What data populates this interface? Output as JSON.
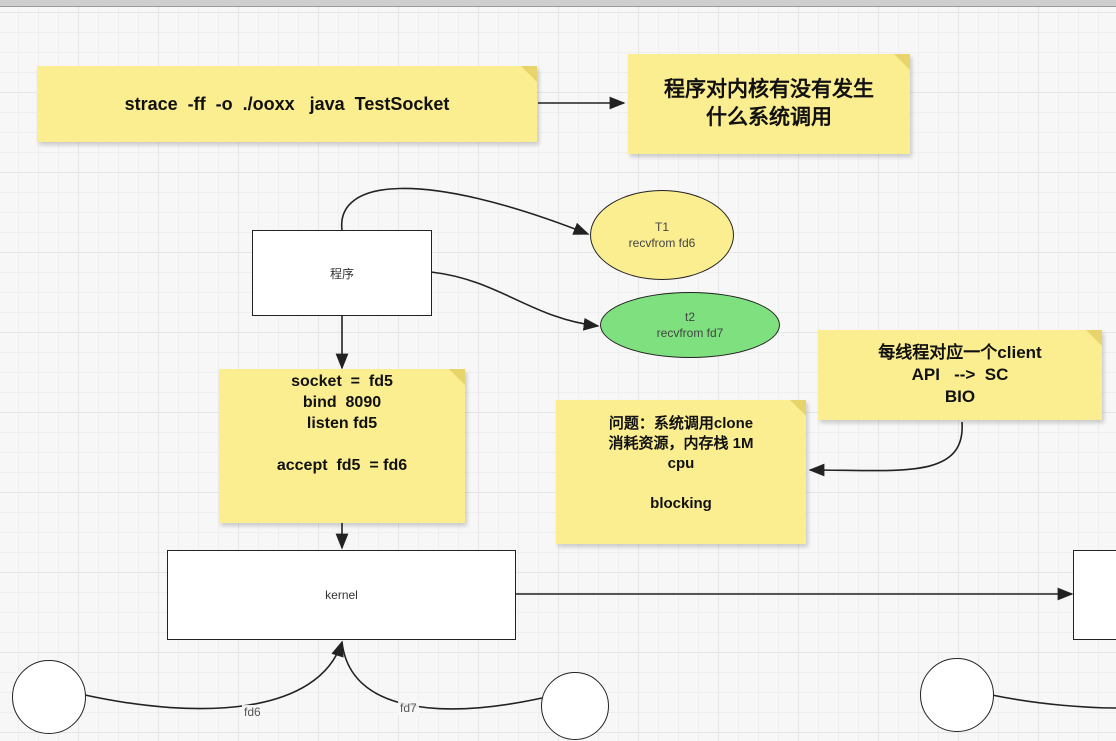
{
  "notes": {
    "command": {
      "lines": [
        "strace  -ff  -o  ./ooxx   java  TestSocket"
      ]
    },
    "question": {
      "lines": [
        "程序对内核有没有发生",
        "什么系统调用"
      ]
    },
    "syscalls": {
      "lines": [
        "socket  =  fd5",
        "bind  8090",
        "listen fd5",
        "",
        "accept  fd5  = fd6"
      ]
    },
    "per_thread": {
      "lines": [
        "每线程对应一个client",
        "API   -->  SC",
        "BIO"
      ]
    },
    "problem": {
      "lines": [
        "问题：系统调用clone",
        "消耗资源，内存栈 1M",
        "cpu",
        "",
        "blocking"
      ]
    }
  },
  "boxes": {
    "program": "程序",
    "kernel": "kernel"
  },
  "threads": {
    "t1": {
      "name": "T1",
      "call": "recvfrom fd6",
      "color": "#fbee91"
    },
    "t2": {
      "name": "t2",
      "call": "recvfrom fd7",
      "color": "#7fe07f"
    }
  },
  "edge_labels": {
    "fd6": "fd6",
    "fd7": "fd7"
  },
  "colors": {
    "note": "#fbee91",
    "grid": "#e6e6e6"
  }
}
